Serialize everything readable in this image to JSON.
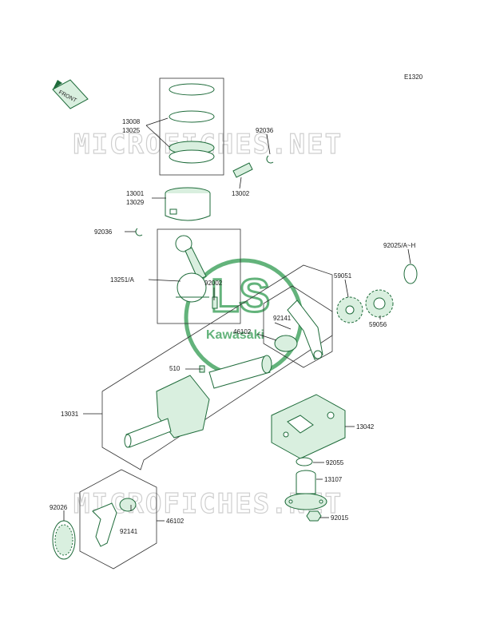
{
  "diagram_code": "E1320",
  "front_label": "FRONT",
  "watermark": "MICROFICHES.NET",
  "logo_text": "Kawasaki",
  "labels": {
    "p13008": "13008",
    "p13025": "13025",
    "p92036a": "92036",
    "p13001": "13001",
    "p13029": "13029",
    "p13002": "13002",
    "p92036b": "92036",
    "p92025": "92025/A~H",
    "p13251": "13251/A",
    "p92002": "92002",
    "p59051": "59051",
    "p92141a": "92141",
    "p46102a": "46102",
    "p59056": "59056",
    "p510": "510",
    "p13031": "13031",
    "p13042": "13042",
    "p92055": "92055",
    "p13107": "13107",
    "p92026": "92026",
    "p92141b": "92141",
    "p46102b": "46102",
    "p92015": "92015"
  },
  "colors": {
    "part_stroke": "#1e6b3a",
    "part_fill": "#d9efdf",
    "logo": "#2f9a4f",
    "watermark": "#cfcfcf"
  }
}
